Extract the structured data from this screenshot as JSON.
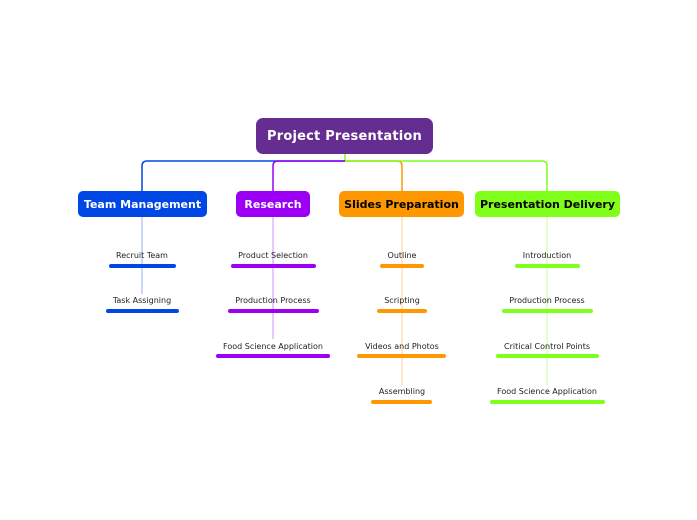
{
  "root": {
    "label": "Project Presentation",
    "color": "#652d90"
  },
  "branches": [
    {
      "label": "Team Management",
      "color": "#0047e6",
      "text_color": "#ffffff",
      "children": [
        "Recruit Team",
        "Task Assigning"
      ]
    },
    {
      "label": "Research",
      "color": "#9b00f5",
      "text_color": "#ffffff",
      "children": [
        "Product Selection",
        "Production Process",
        "Food Science Application"
      ]
    },
    {
      "label": "Slides Preparation",
      "color": "#ff9800",
      "text_color": "#000000",
      "children": [
        "Outline",
        "Scripting",
        "Videos and Photos",
        "Assembling"
      ]
    },
    {
      "label": "Presentation Delivery",
      "color": "#7fff1a",
      "text_color": "#000000",
      "children": [
        "Introduction",
        "Production Process",
        "Critical Control Points",
        "Food Science Application"
      ]
    }
  ]
}
